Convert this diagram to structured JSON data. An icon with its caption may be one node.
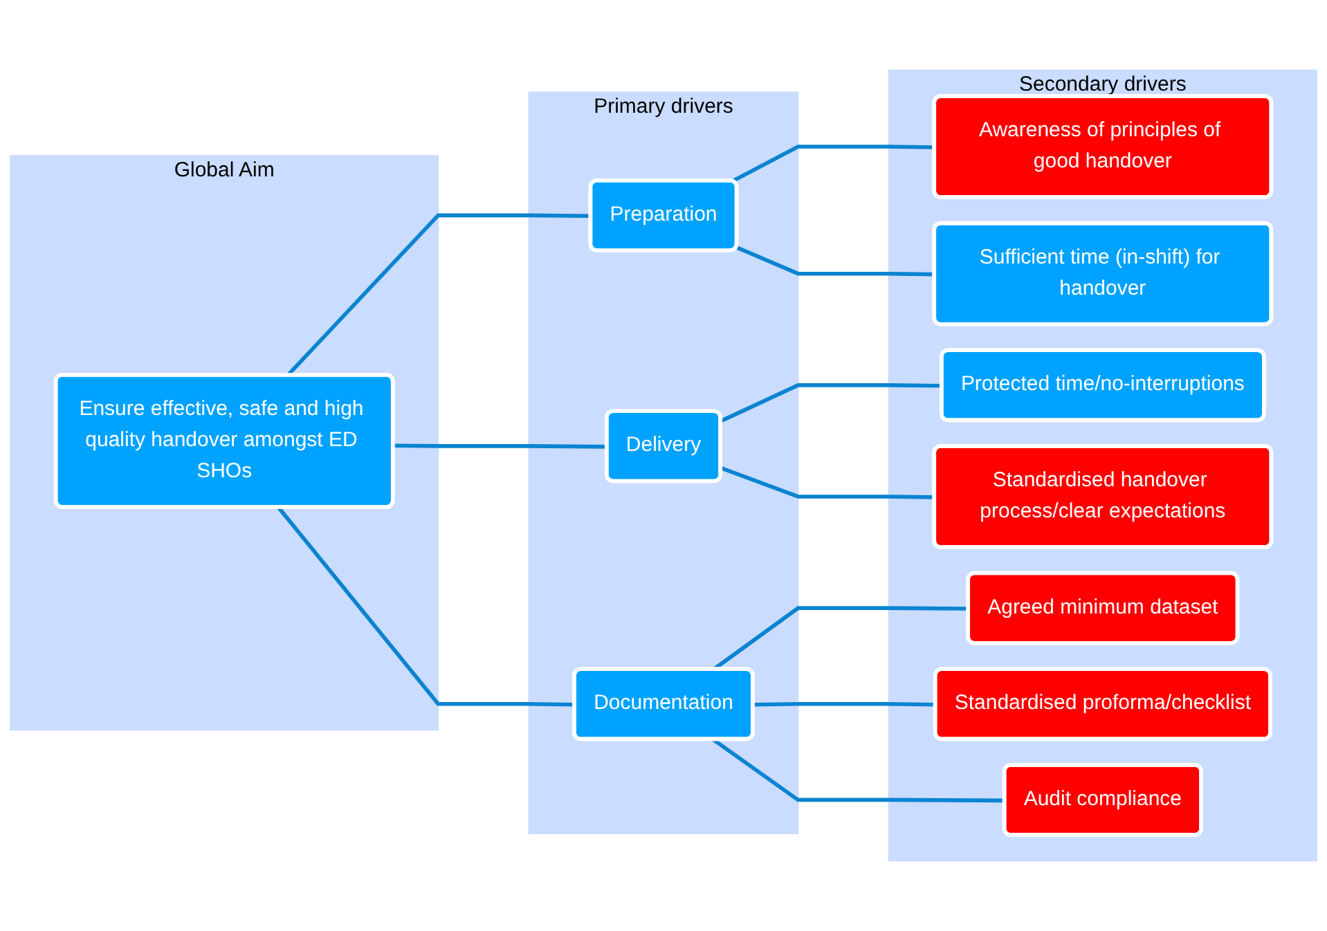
{
  "diagram": {
    "nodes": [
      {
        "text": [
          "Global Aim"
        ]
      },
      {
        "text": [
          "Ensure effective, safe and high quality handover amongst ED SHOs"
        ],
        "in": 0
      },
      {
        "text": [
          "Primary drivers"
        ]
      },
      {
        "text": [
          "Preparation"
        ],
        "in": 2
      },
      {
        "text": [
          "Delivery"
        ],
        "in": 2
      },
      {
        "text": [
          "Documentation"
        ],
        "in": 2
      },
      {
        "text": [
          "Secondary drivers"
        ]
      },
      {
        "text": [
          "Awareness of principles of good handover"
        ],
        "in": 6
      },
      {
        "text": [
          "Sufficient time (in-shift) for handover"
        ],
        "in": 6
      },
      {
        "text": [
          "Protected time/no-interruptions"
        ],
        "in": 6
      },
      {
        "text": [
          "Standardised handover process/clear expectations"
        ],
        "in": 6
      },
      {
        "text": [
          "Agreed minimum dataset"
        ],
        "in": 6
      },
      {
        "text": [
          "Standardised proforma/checklist"
        ],
        "in": 6
      },
      {
        "text": [
          "Audit compliance"
        ],
        "in": 6
      }
    ],
    "edges": [
      {
        "from": 1,
        "to": 3,
        "arrow": "none"
      },
      {
        "from": 1,
        "to": 4,
        "arrow": "none"
      },
      {
        "from": 1,
        "to": 5,
        "arrow": "none"
      },
      {
        "from": 3,
        "to": 7,
        "arrow": "none"
      },
      {
        "from": 3,
        "to": 8,
        "arrow": "none"
      },
      {
        "from": 4,
        "to": 9,
        "arrow": "none"
      },
      {
        "from": 4,
        "to": 10,
        "arrow": "none"
      },
      {
        "from": 5,
        "to": 11,
        "arrow": "none"
      },
      {
        "from": 5,
        "to": 12,
        "arrow": "none"
      },
      {
        "from": 5,
        "to": 13,
        "arrow": "none"
      }
    ]
  }
}
